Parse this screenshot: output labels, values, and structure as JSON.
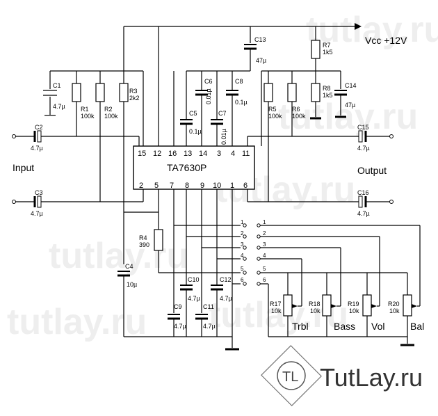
{
  "chip": {
    "name": "TA7630P",
    "pins_top": [
      "15",
      "12",
      "16",
      "13",
      "14",
      "3",
      "4",
      "11"
    ],
    "pins_bottom": [
      "2",
      "5",
      "7",
      "8",
      "9",
      "10",
      "1",
      "6"
    ]
  },
  "labels": {
    "vcc": "Vcc +12V",
    "input": "Input",
    "output": "Output"
  },
  "components": {
    "C1": {
      "name": "C1",
      "value": "4.7µ"
    },
    "R1": {
      "name": "R1",
      "value": "100k"
    },
    "R2": {
      "name": "R2",
      "value": "100k"
    },
    "R3": {
      "name": "R3",
      "value": "2k2"
    },
    "C5": {
      "name": "C5",
      "value": "0.1µ"
    },
    "C6": {
      "name": "C6",
      "value": "0.01µ"
    },
    "C7": {
      "name": "C7",
      "value": "0.01µ"
    },
    "C8": {
      "name": "C8",
      "value": "0.1µ"
    },
    "C13": {
      "name": "C13",
      "value": "47µ"
    },
    "R7": {
      "name": "R7",
      "value": "1k5"
    },
    "R8": {
      "name": "R8",
      "value": "1k5"
    },
    "C14": {
      "name": "C14",
      "value": "47µ"
    },
    "R5": {
      "name": "R5",
      "value": "100k"
    },
    "R6": {
      "name": "R6",
      "value": "100k"
    },
    "C2": {
      "name": "C2",
      "value": "4.7µ"
    },
    "C3": {
      "name": "C3",
      "value": "4.7µ"
    },
    "C15": {
      "name": "C15",
      "value": "4.7µ"
    },
    "C16": {
      "name": "C16",
      "value": "4.7µ"
    },
    "R4": {
      "name": "R4",
      "value": "390"
    },
    "C4": {
      "name": "C4",
      "value": "10µ"
    },
    "C9": {
      "name": "C9",
      "value": "4.7µ"
    },
    "C10": {
      "name": "C10",
      "value": "4.7µ"
    },
    "C11": {
      "name": "C11",
      "value": "4.7µ"
    },
    "C12": {
      "name": "C12",
      "value": "4.7µ"
    },
    "R17": {
      "name": "R17",
      "value": "10k"
    },
    "R18": {
      "name": "R18",
      "value": "10k"
    },
    "R19": {
      "name": "R19",
      "value": "10k"
    },
    "R20": {
      "name": "R20",
      "value": "10k"
    }
  },
  "controls": {
    "trbl": "Trbl",
    "bass": "Bass",
    "vol": "Vol",
    "bal": "Bal"
  },
  "connector_numbers": [
    "1",
    "2",
    "3",
    "4",
    "5",
    "6"
  ],
  "watermark": {
    "text": "tutlay.ru",
    "logo_initials": "TL",
    "brand": "TutLay.ru"
  }
}
